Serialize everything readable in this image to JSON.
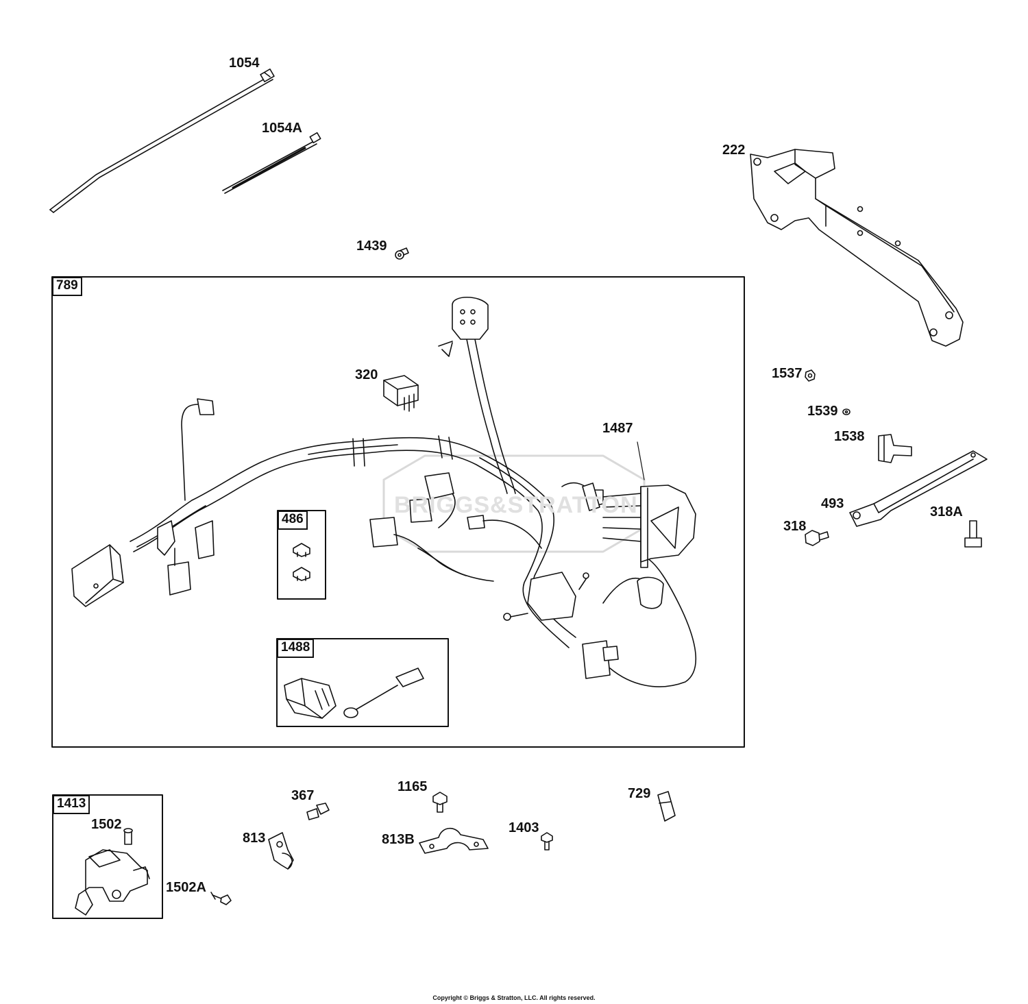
{
  "callouts": {
    "c1054": "1054",
    "c1054a": "1054A",
    "c222": "222",
    "c1439": "1439",
    "c320": "320",
    "c1487": "1487",
    "c1537": "1537",
    "c1539": "1539",
    "c1538": "1538",
    "c493": "493",
    "c318": "318",
    "c318a": "318A",
    "c1502": "1502",
    "c1502a": "1502A",
    "c367": "367",
    "c813": "813",
    "c1165": "1165",
    "c813b": "813B",
    "c1403": "1403",
    "c729": "729"
  },
  "box_tags": {
    "b789": "789",
    "b486": "486",
    "b1488": "1488",
    "b1413": "1413"
  },
  "watermark": "BRIGGS&STRATTON",
  "footer": {
    "copyright": "Copyright © Briggs & Stratton, LLC. All rights reserved."
  }
}
